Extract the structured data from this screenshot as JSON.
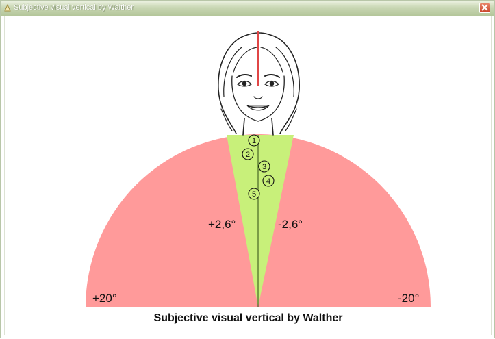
{
  "window": {
    "title": "Subjective visual vertical by Walther",
    "close_icon": "close-icon"
  },
  "diagram": {
    "caption": "Subjective visual vertical by Walther",
    "label_left_inner": "+2,6°",
    "label_right_inner": "-2,6°",
    "label_left_outer": "+20°",
    "label_right_outer": "-20°",
    "markers": [
      "1",
      "2",
      "3",
      "4",
      "5"
    ],
    "colors": {
      "outer_zone": "#ff9a9a",
      "inner_zone": "#c8f07a",
      "head_line": "#e04646",
      "vertical_line": "#2b4a12"
    }
  }
}
